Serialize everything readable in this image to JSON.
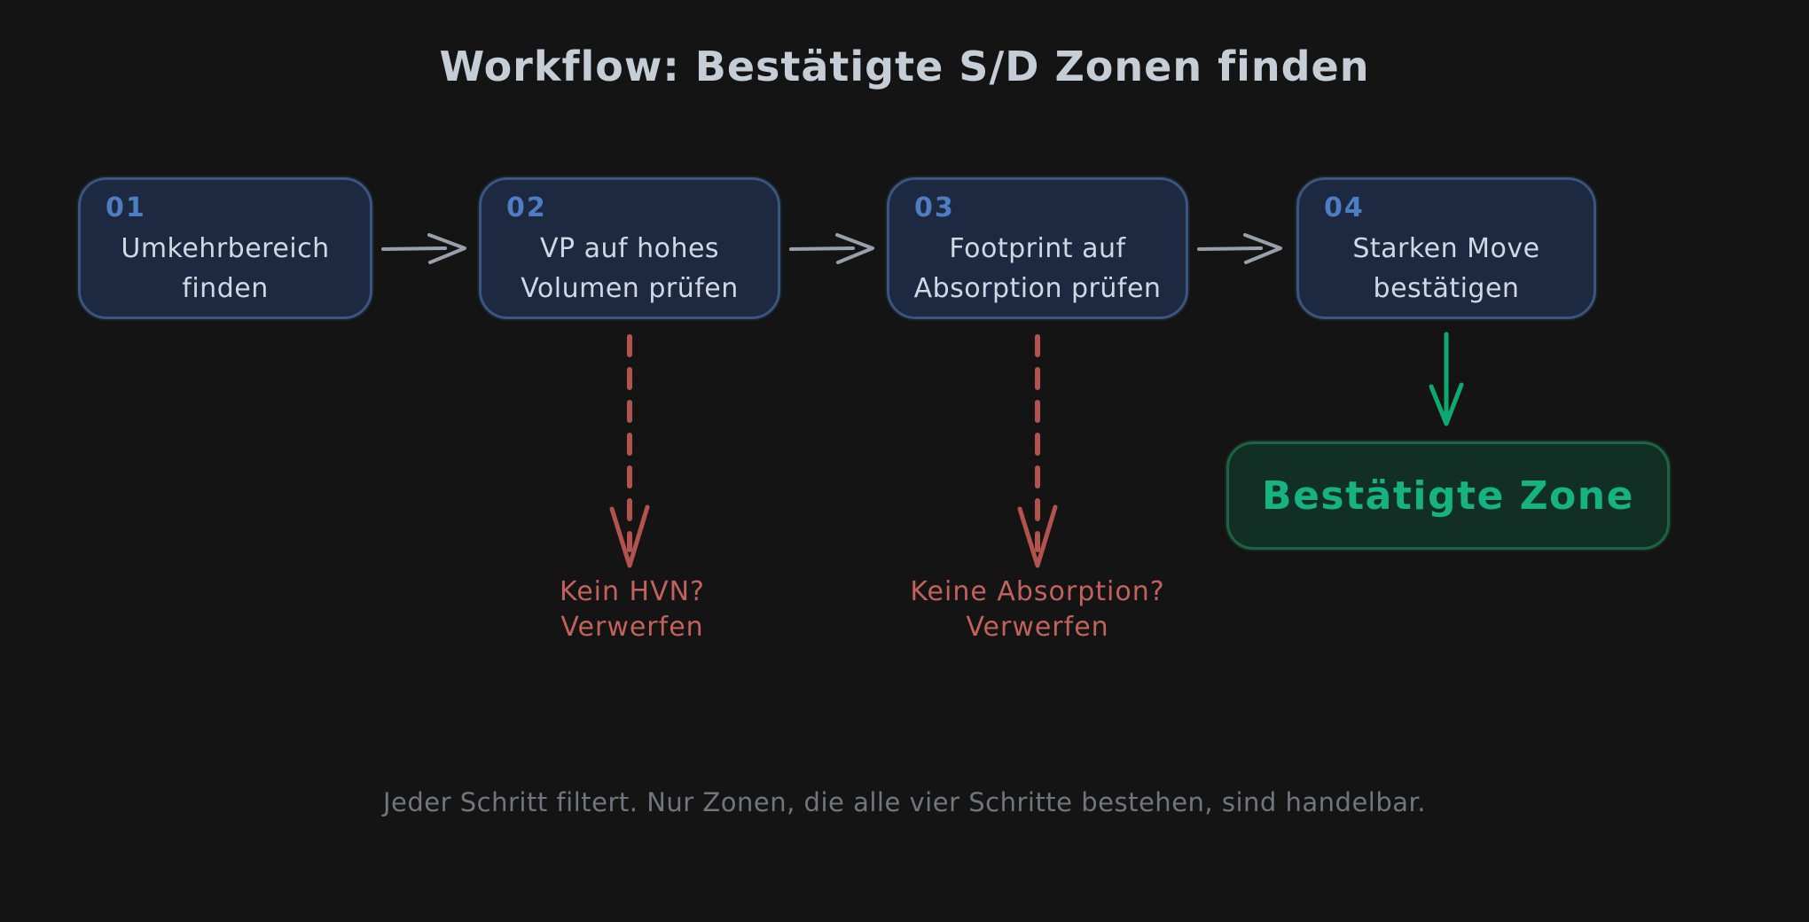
{
  "title": "Workflow: Bestätigte S/D Zonen finden",
  "steps": [
    {
      "number": "01",
      "label": "Umkehrbereich finden"
    },
    {
      "number": "02",
      "label": "VP auf hohes Volumen prüfen"
    },
    {
      "number": "03",
      "label": "Footprint auf Absorption prüfen"
    },
    {
      "number": "04",
      "label": "Starken Move bestätigen"
    }
  ],
  "rejects": [
    {
      "question": "Kein HVN?",
      "action": "Verwerfen"
    },
    {
      "question": "Keine Absorption?",
      "action": "Verwerfen"
    }
  ],
  "result": {
    "label": "Bestätigte Zone"
  },
  "footnote": "Jeder Schritt filtert. Nur Zonen, die alle vier Schritte bestehen, sind handelbar.",
  "colors": {
    "bg": "#141414",
    "title-text": "#c5cdd6",
    "box-fill": "#1d2940",
    "box-border": "#3a567f",
    "step-number": "#4d7ec4",
    "box-text": "#cfd8e3",
    "arrow-gray": "#98a1ab",
    "reject-red": "#b3534e",
    "reject-text": "#c2625c",
    "result-green": "#0ea873",
    "result-text": "#16b380",
    "result-box-fill": "#112f24",
    "result-box-border": "#1e6248",
    "footnote-gray": "#70767f"
  }
}
